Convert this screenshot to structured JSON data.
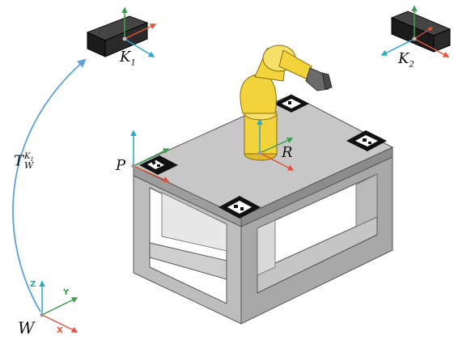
{
  "labels": {
    "k1_base": "K",
    "k1_sub": "1",
    "k2_base": "K",
    "k2_sub": "2",
    "p": "P",
    "r": "R",
    "w": "W",
    "transform_base": "T",
    "transform_sub": "W",
    "transform_sup_base": "K",
    "transform_sup_sub": "1"
  },
  "world_axes": {
    "z": "Z",
    "y": "Y",
    "x": "X"
  },
  "colors": {
    "axis_x": "#e0533b",
    "axis_y": "#3aa14a",
    "axis_z": "#2aa7c9",
    "transform_arrow": "#5aa0dc",
    "table_top": "#c7c7c7",
    "table_frame": "#b0b0b0",
    "robot": "#f2d33b",
    "camera": "#1b1b1b"
  },
  "icons": {
    "camera": "camera-icon",
    "robot": "robot-arm-icon",
    "marker": "aruco-marker-icon"
  }
}
